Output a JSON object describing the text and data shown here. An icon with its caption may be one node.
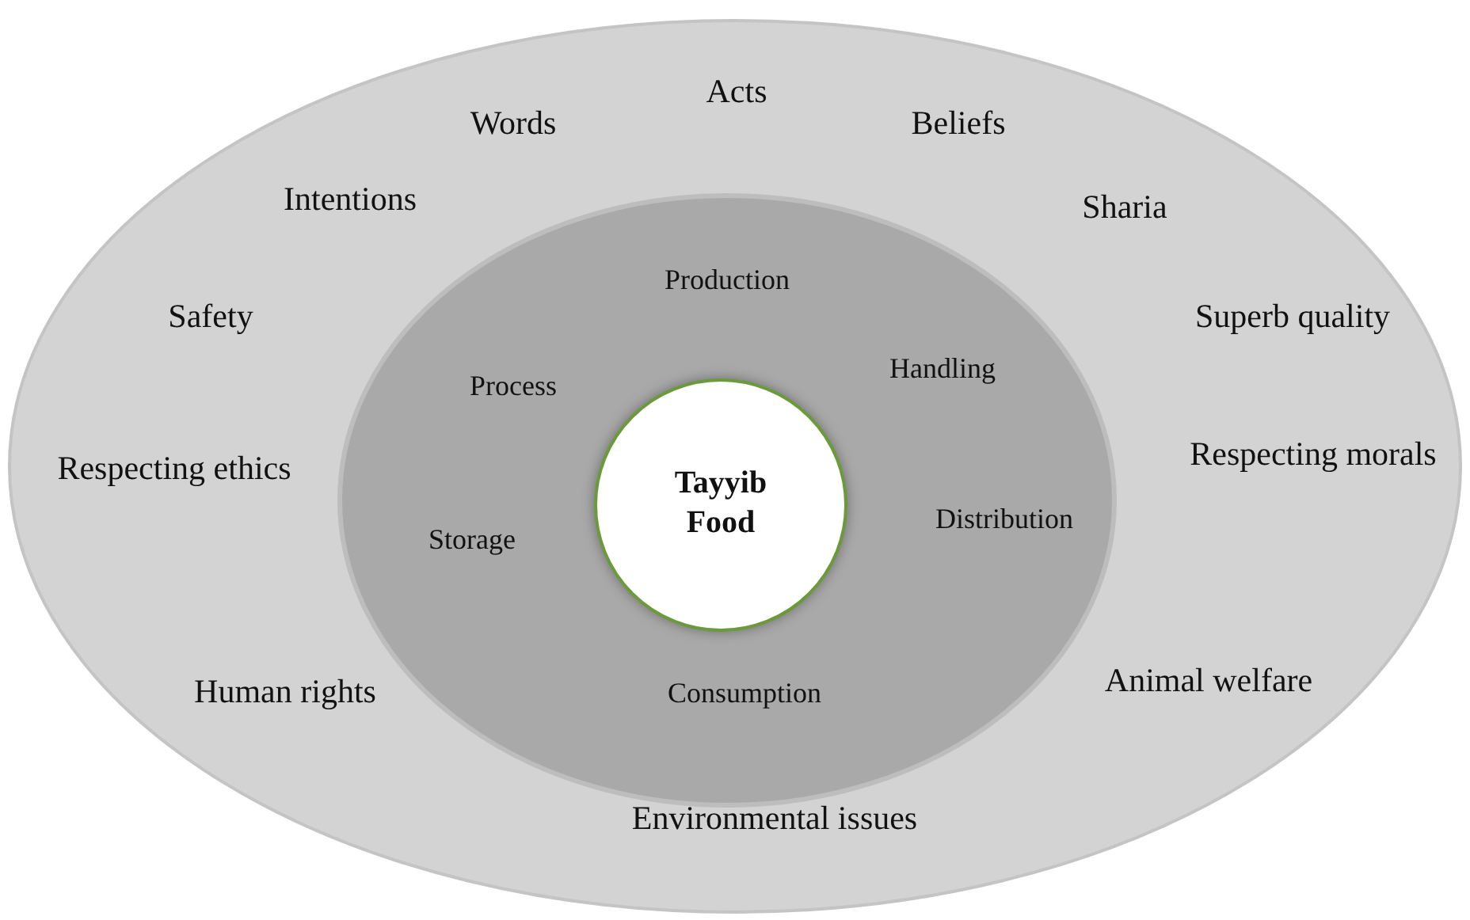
{
  "diagram": {
    "nodes": [
      {
        "text": [
          "Acts",
          "Words",
          "Beliefs",
          "Intentions",
          "Sharia",
          "Safety",
          "Superb quality",
          "Respecting ethics",
          "Respecting morals",
          "Human rights",
          "Animal welfare",
          "Environmental issues"
        ]
      },
      {
        "text": [
          "Production",
          "Handling",
          "Process",
          "Distribution",
          "Storage",
          "Consumption"
        ],
        "in": 0
      },
      {
        "text": [
          "Tayyib Food"
        ],
        "in": 1
      }
    ]
  }
}
